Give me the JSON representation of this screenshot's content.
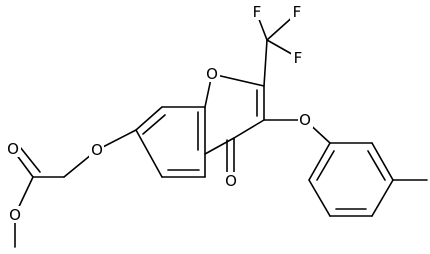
{
  "molecule": {
    "atom_labels": {
      "F1": "F",
      "F2": "F",
      "F3": "F",
      "O_ring": "O",
      "O_ether_right": "O",
      "O_ketone": "O",
      "O_ether_left": "O",
      "O_carbonyl_ester": "O",
      "O_ester": "O"
    }
  }
}
